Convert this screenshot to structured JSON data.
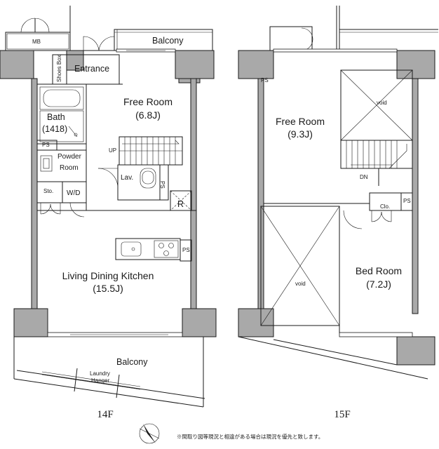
{
  "floor_14": {
    "label": "14F",
    "rooms": {
      "mb": "MB",
      "balcony_top": "Balcony",
      "shoes_box": "Shoes Box",
      "entrance": "Entrance",
      "free_room_name": "Free Room",
      "free_room_size": "(6.8J)",
      "bath_name": "Bath",
      "bath_size": "(1418)",
      "ps_a": "PS",
      "up": "UP",
      "powder_name": "Powder",
      "powder_room": "Room",
      "lav": "Lav.",
      "ps_b": "PS",
      "sto": "Sto.",
      "wd": "W/D",
      "refrigerator": "R",
      "ps_c": "PS",
      "ldk_name": "Living Dining Kitchen",
      "ldk_size": "(15.5J)",
      "balcony_bottom": "Balcony",
      "laundry": "Laundry",
      "hanger": "Hanger"
    }
  },
  "floor_15": {
    "label": "15F",
    "rooms": {
      "ps_a": "PS",
      "void_upper": "void",
      "free_room_name": "Free Room",
      "free_room_size": "(9.3J)",
      "dn": "DN",
      "clo": "Clo.",
      "ps_b": "PS",
      "void_lower": "void",
      "bed_room_name": "Bed Room",
      "bed_room_size": "(7.2J)"
    }
  },
  "footnote": "※間取り図等現況と相違がある場合は現況を優先と致します。",
  "colors": {
    "wall": "#a9a9a9",
    "line": "#1a1a1a",
    "ink": "#1a1a1a"
  },
  "icons": [
    "north-arrow-icon",
    "stove-icon",
    "sink-icon",
    "bathtub-icon",
    "toilet-icon"
  ]
}
